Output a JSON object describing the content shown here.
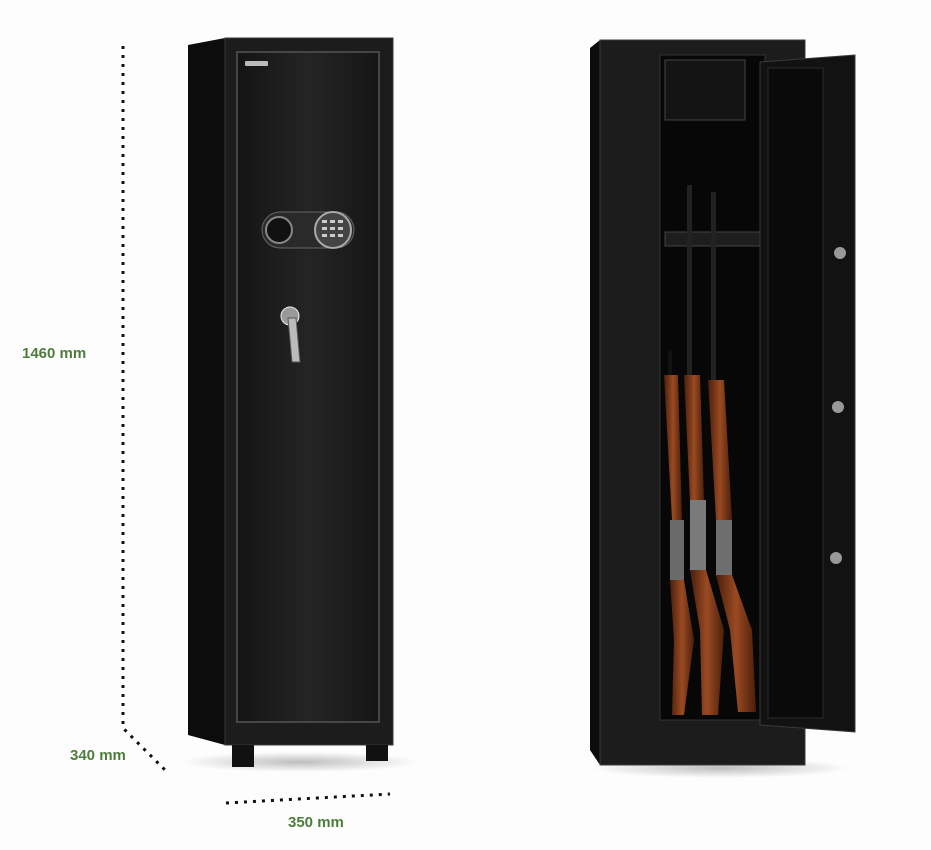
{
  "dimensions": {
    "height": "1460 mm",
    "depth": "340 mm",
    "width": "350 mm"
  },
  "colors": {
    "label": "#4e7d3c",
    "safe_body": "#1a1a1a",
    "wood": "#7a3518"
  }
}
